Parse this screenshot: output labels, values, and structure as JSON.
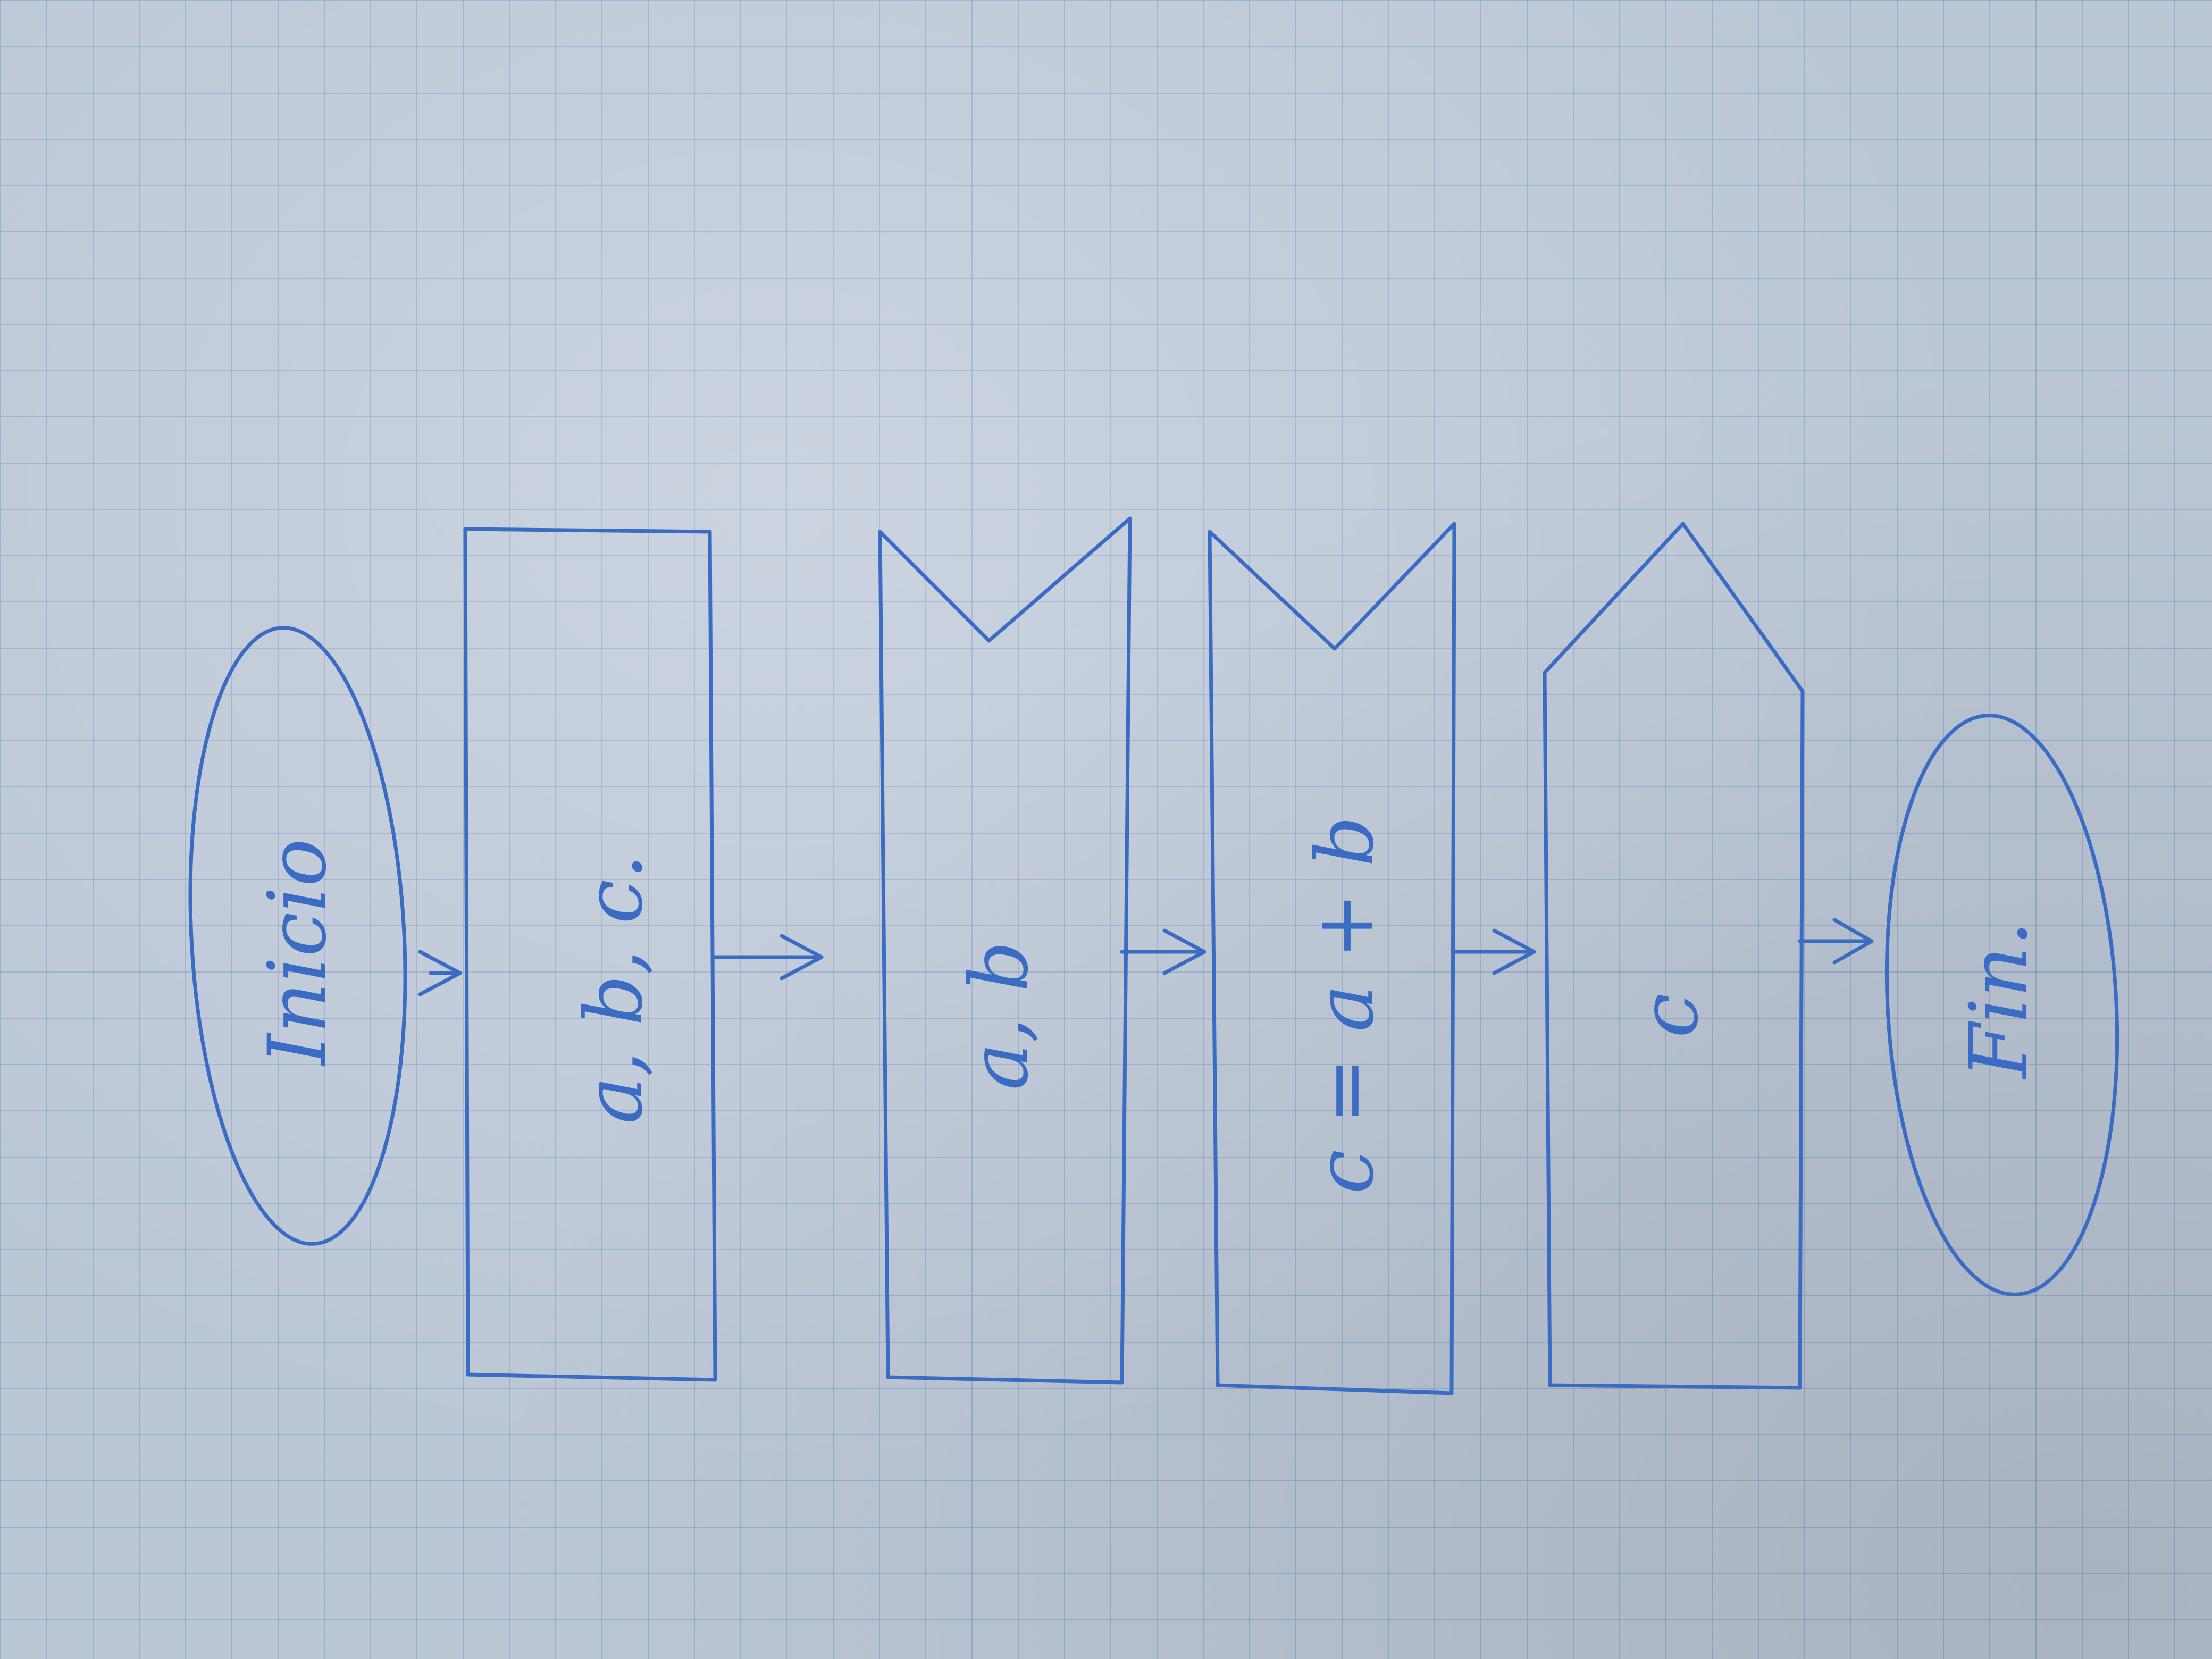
{
  "nodes": [
    {
      "id": "start",
      "shape": "terminator",
      "label": "Inicio"
    },
    {
      "id": "declare",
      "shape": "process",
      "label": "a, b, c."
    },
    {
      "id": "input",
      "shape": "manual-input",
      "label": "a, b"
    },
    {
      "id": "calc",
      "shape": "manual-input",
      "label": "c = a + b"
    },
    {
      "id": "output",
      "shape": "display",
      "label": "c"
    },
    {
      "id": "end",
      "shape": "terminator",
      "label": "Fin."
    }
  ],
  "edges": [
    {
      "from": "start",
      "to": "declare"
    },
    {
      "from": "declare",
      "to": "input"
    },
    {
      "from": "input",
      "to": "calc"
    },
    {
      "from": "calc",
      "to": "output"
    },
    {
      "from": "output",
      "to": "end"
    }
  ],
  "colors": {
    "ink": "#3a6cc4",
    "grid": "#5c80b0",
    "paper": "#bcc7d6"
  }
}
